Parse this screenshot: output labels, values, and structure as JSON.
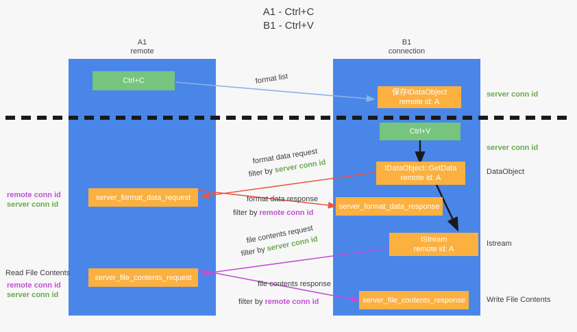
{
  "title": {
    "line1": "A1 - Ctrl+C",
    "line2": "B1 - Ctrl+V"
  },
  "lanes": [
    {
      "name": "A1",
      "sub": "remote"
    },
    {
      "name": "B1",
      "sub": "connection"
    }
  ],
  "colors": {
    "lane": "#4a86e8",
    "green_box": "#76c47d",
    "orange_box": "#fbb040",
    "green_text": "#6aa84f",
    "purple_text": "#c14fd4",
    "arrow_blue": "#8ab4e8",
    "arrow_red": "#e8573f",
    "arrow_magenta": "#c14fd4",
    "arrow_dark": "#1a1a1a",
    "divider": "#1a1a1a"
  },
  "boxes": {
    "ctrl_c": {
      "label": "Ctrl+C"
    },
    "ctrl_v": {
      "label": "Ctrl+V"
    },
    "save_idataobject": {
      "line1": "保存IDataObject",
      "line2": "remote id: A"
    },
    "getdata": {
      "line1": "IDataObject::GetData",
      "line2": "remote id: A"
    },
    "istream": {
      "line1": "IStream",
      "line2": "remote id: A"
    },
    "server_format_data_request": {
      "label": "server_format_data_request"
    },
    "server_format_data_response": {
      "label": "server_format_data_response"
    },
    "server_file_contents_request": {
      "label": "server_file_contents_request"
    },
    "server_file_contents_response": {
      "label": "server_file_contents_response"
    }
  },
  "edge_labels": {
    "format_list": "format list",
    "format_data_request": "format data request",
    "format_data_response": "format data response",
    "file_contents_request": "file contents request",
    "file_contents_response": "file contents response",
    "filter_by": "filter by ",
    "server_conn_id": "server conn id",
    "remote_conn_id": "remote conn id"
  },
  "side_notes": {
    "right_server_conn_id_top": "server conn id",
    "right_server_conn_id_mid": "server conn id",
    "right_dataobject": "DataObject",
    "right_istream": "Istream",
    "right_write_file_contents": "Write File Contents",
    "left_read_file_contents": "Read File Contents",
    "left_remote_conn_id_1": "remote conn id",
    "left_server_conn_id_1": "server conn id",
    "left_remote_conn_id_2": "remote conn id",
    "left_server_conn_id_2": "server conn id"
  }
}
